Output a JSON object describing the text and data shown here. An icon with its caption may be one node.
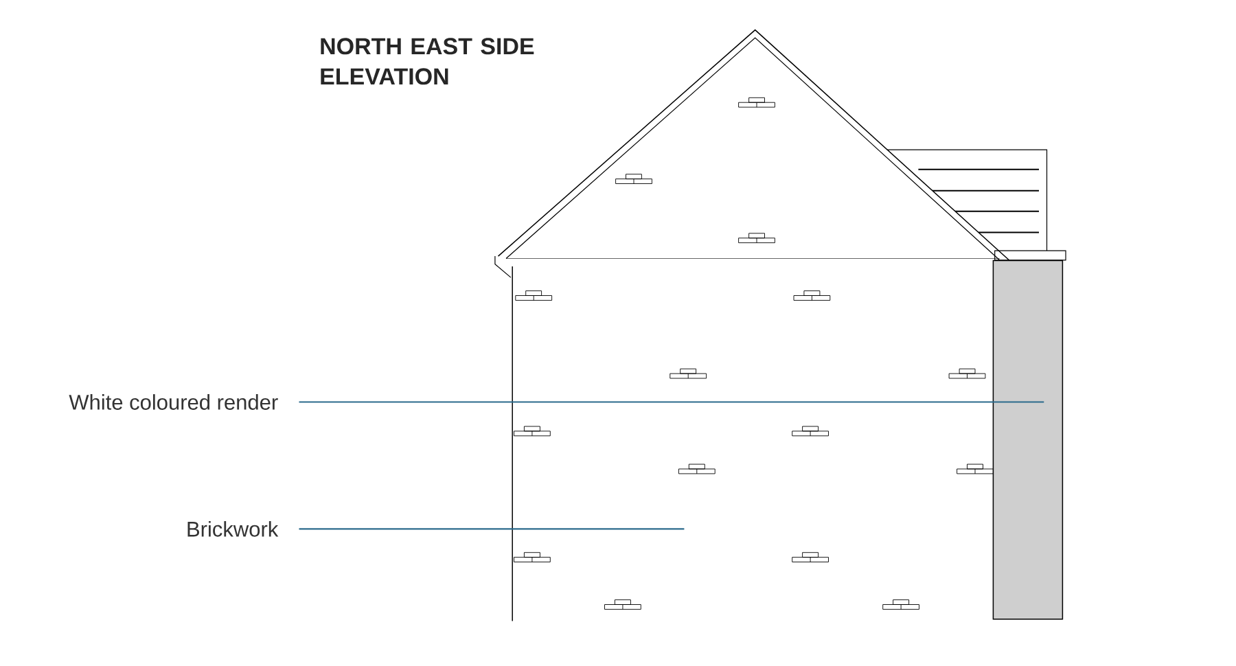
{
  "diagram": {
    "title": "NORTH EAST SIDE ELEVATION",
    "nodes": [
      {
        "text": [
          "White coloured render"
        ]
      },
      {
        "text": [
          "Brickwork"
        ]
      },
      {
        "text": [],
        "shape": "bar"
      }
    ],
    "edges": [
      {
        "from": 0,
        "to": 2,
        "arrow": "none"
      },
      {
        "from": 1,
        "to": null,
        "arrow": "none"
      }
    ]
  }
}
